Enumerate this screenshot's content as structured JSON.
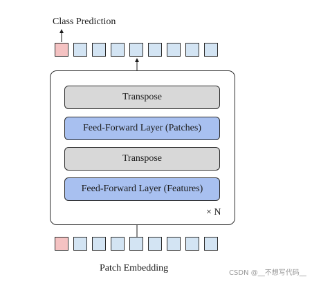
{
  "output_label": "Class Prediction",
  "input_label": "Patch Embedding",
  "repeat_label": "× N",
  "layers": [
    {
      "label": "Transpose",
      "kind": "transpose"
    },
    {
      "label": "Feed-Forward Layer (Patches)",
      "kind": "feed-forward"
    },
    {
      "label": "Transpose",
      "kind": "transpose"
    },
    {
      "label": "Feed-Forward Layer (Features)",
      "kind": "feed-forward"
    }
  ],
  "tokens": {
    "count": 9,
    "class_token_color": "#f4c2c2",
    "patch_token_color": "#d3e4f3"
  },
  "colors": {
    "transpose": "#d8d8d8",
    "feed_forward": "#a8c0f0"
  },
  "watermark": "CSDN @__不想写代码__"
}
